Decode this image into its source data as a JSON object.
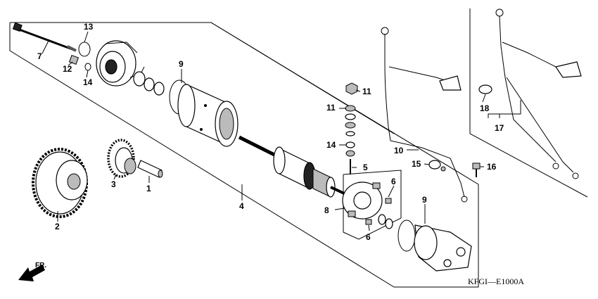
{
  "diagram": {
    "code": "KFGI—E1000A",
    "fr_label": "FR.",
    "callouts": [
      {
        "id": "c7",
        "text": "7"
      },
      {
        "id": "c13",
        "text": "13"
      },
      {
        "id": "c12",
        "text": "12"
      },
      {
        "id": "c14a",
        "text": "14"
      },
      {
        "id": "c9a",
        "text": "9"
      },
      {
        "id": "c11a",
        "text": "11"
      },
      {
        "id": "c11b",
        "text": "11"
      },
      {
        "id": "c14b",
        "text": "14"
      },
      {
        "id": "c5",
        "text": "5"
      },
      {
        "id": "c6a",
        "text": "6"
      },
      {
        "id": "c8",
        "text": "8"
      },
      {
        "id": "c6b",
        "text": "6"
      },
      {
        "id": "c9b",
        "text": "9"
      },
      {
        "id": "c10",
        "text": "10"
      },
      {
        "id": "c15",
        "text": "15"
      },
      {
        "id": "c16",
        "text": "16"
      },
      {
        "id": "c18",
        "text": "18"
      },
      {
        "id": "c17",
        "text": "17"
      },
      {
        "id": "c2",
        "text": "2"
      },
      {
        "id": "c3",
        "text": "3"
      },
      {
        "id": "c1",
        "text": "1"
      },
      {
        "id": "c4",
        "text": "4"
      }
    ]
  }
}
